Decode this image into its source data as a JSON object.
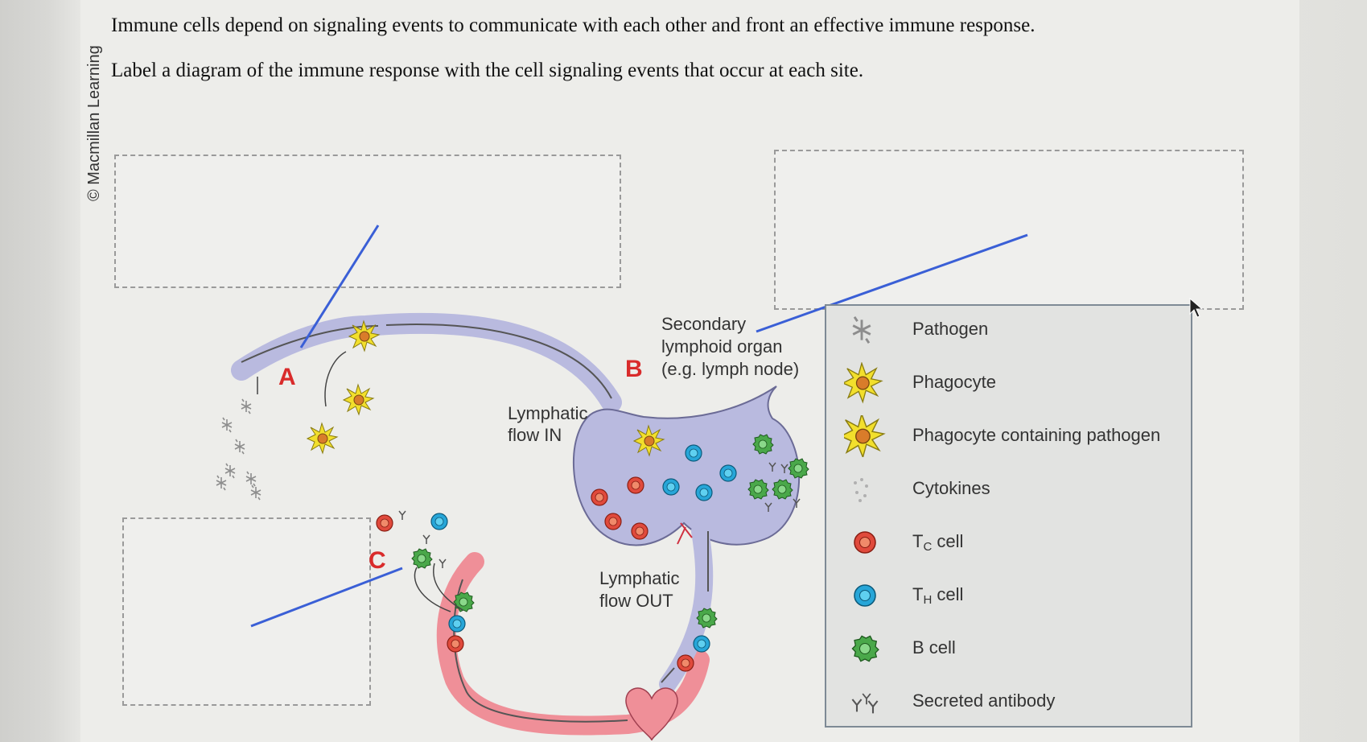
{
  "watermark": "© Macmillan Learning",
  "prompt": {
    "line1": "Immune cells depend on signaling events to communicate with each other and front an effective immune response.",
    "line2": "Label a diagram of the immune response with the cell signaling events that occur at each site."
  },
  "diagram": {
    "site_a": "A",
    "site_b": "B",
    "site_c": "C",
    "organ_label_1": "Secondary",
    "organ_label_2": "lymphoid organ",
    "organ_label_3": "(e.g. lymph node)",
    "flow_in_1": "Lymphatic",
    "flow_in_2": "flow IN",
    "flow_out_1": "Lymphatic",
    "flow_out_2": "flow OUT"
  },
  "legend": {
    "items": [
      {
        "label": "Pathogen",
        "icon": "pathogen-icon"
      },
      {
        "label": "Phagocyte",
        "icon": "phagocyte-icon"
      },
      {
        "label": "Phagocyte containing pathogen",
        "icon": "phagocyte-with-pathogen-icon"
      },
      {
        "label": "Cytokines",
        "icon": "cytokines-icon"
      },
      {
        "label_main": "T",
        "label_sub": "C",
        "label_rest": " cell",
        "icon": "tc-cell-icon"
      },
      {
        "label_main": "T",
        "label_sub": "H",
        "label_rest": " cell",
        "icon": "th-cell-icon"
      },
      {
        "label": "B cell",
        "icon": "b-cell-icon"
      },
      {
        "label": "Secreted antibody",
        "icon": "antibody-icon"
      }
    ]
  },
  "colors": {
    "vessel_lymph": "#b9badf",
    "vessel_blood": "#ef8f98",
    "tc_cell": "#e04a3c",
    "th_cell": "#27a6d8",
    "b_cell": "#4aa84a",
    "phagocyte": "#f2df2c",
    "pointer_line": "#3a5fd6"
  }
}
